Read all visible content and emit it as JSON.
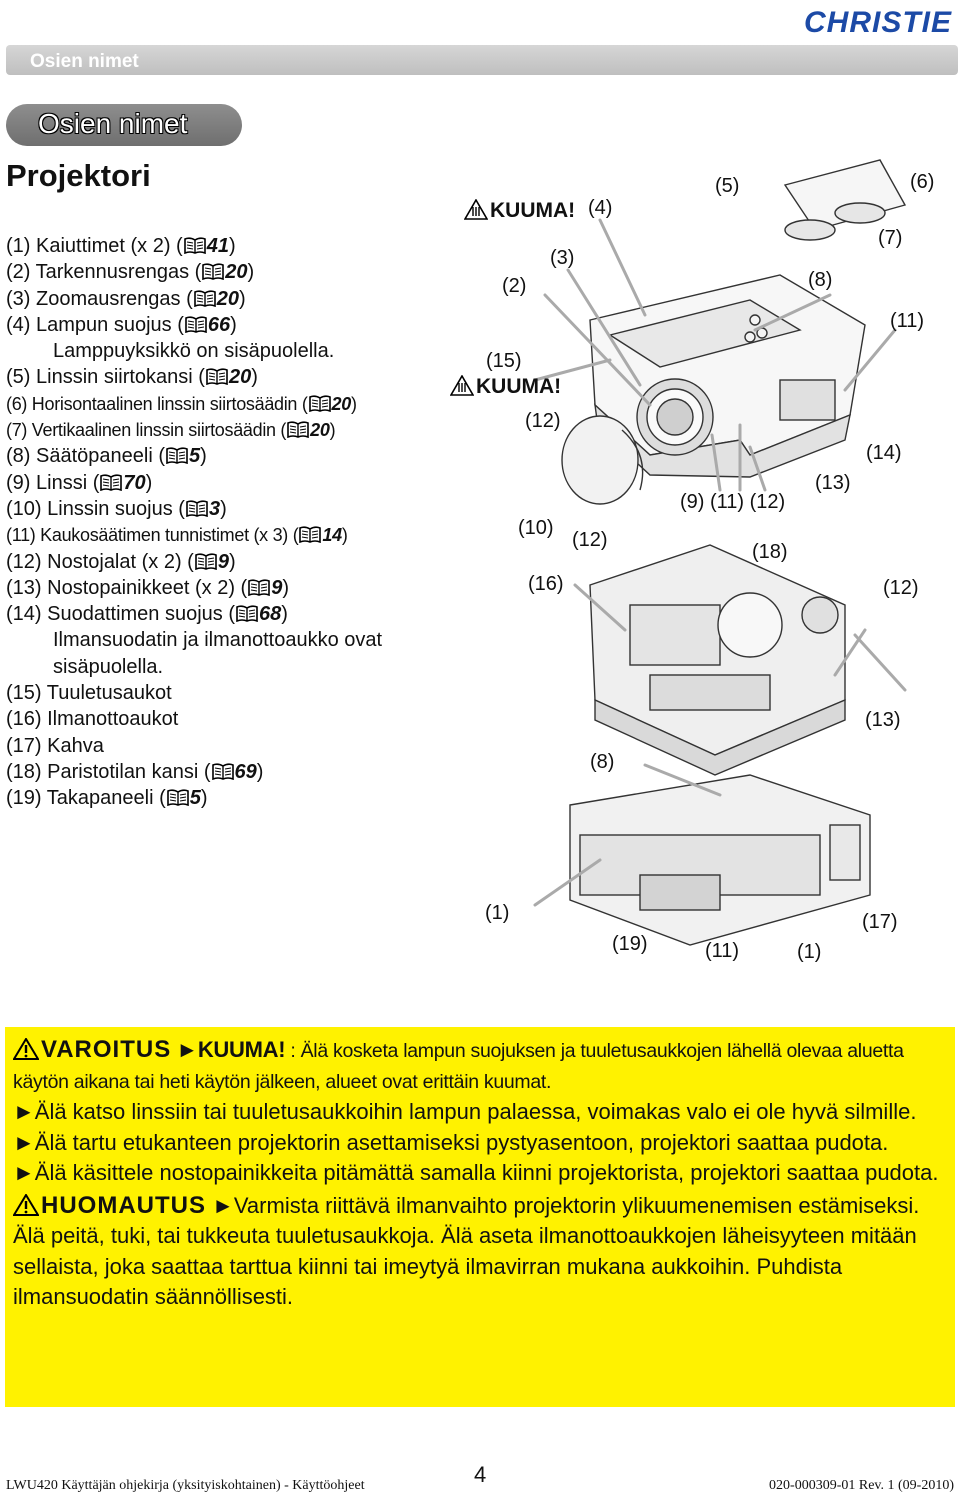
{
  "brand": {
    "logo_text": "CHRISTIE",
    "color": "#1c4aa6"
  },
  "header": {
    "title": "Osien nimet"
  },
  "section": {
    "title": "Osien nimet"
  },
  "page_title": "Projektori",
  "parts": [
    {
      "text": "(1) Kaiuttimet (x 2) (",
      "ref": "41"
    },
    {
      "text": "(2) Tarkennusrengas (",
      "ref": "20"
    },
    {
      "text": "(3) Zoomausrengas (",
      "ref": "20"
    },
    {
      "text": "(4) Lampun suojus (",
      "ref": "66"
    },
    {
      "text": "Lamppuyksikkö on sisäpuolella."
    },
    {
      "text": "(5) Linssin siirtokansi (",
      "ref": "20"
    },
    {
      "text": "(6) Horisontaalinen linssin siirtosäädin (",
      "ref": "20"
    },
    {
      "text": "(7) Vertikaalinen linssin siirtosäädin (",
      "ref": "20"
    },
    {
      "text": "(8) Säätöpaneeli (",
      "ref": "5"
    },
    {
      "text": "(9) Linssi (",
      "ref": "70"
    },
    {
      "text": "(10) Linssin suojus (",
      "ref": "3"
    },
    {
      "text": "(11) Kaukosäätimen tunnistimet (x 3) (",
      "ref": "14"
    },
    {
      "text": "(12) Nostojalat (x 2) (",
      "ref": "9"
    },
    {
      "text": "(13) Nostopainikkeet (x 2) (",
      "ref": "9"
    },
    {
      "text": "(14) Suodattimen suojus (",
      "ref": "68"
    },
    {
      "text": "Ilmansuodatin ja ilmanottoaukko ovat"
    },
    {
      "text": "sisäpuolella."
    },
    {
      "text": "(15) Tuuletusaukot"
    },
    {
      "text": "(16) Ilmanottoaukot"
    },
    {
      "text": "(17) Kahva"
    },
    {
      "text": "(18) Paristotilan kansi (",
      "ref": "69"
    },
    {
      "text": "(19) Takapaneeli (",
      "ref": "5"
    }
  ],
  "diagram": {
    "hot_label": "KUUMA!",
    "callouts": [
      "(4)",
      "(5)",
      "(6)",
      "(7)",
      "(3)",
      "(2)",
      "(8)",
      "(11)",
      "(15)",
      "(12)",
      "(14)",
      "(13)",
      "(9) (11) (12)",
      "(10)",
      "(12)",
      "(18)",
      "(16)",
      "(12)",
      "(13)",
      "(8)",
      "(1)",
      "(17)",
      "(19)",
      "(11)",
      "(1)"
    ]
  },
  "warning": {
    "label": "VAROITUS",
    "hot": "►KUUMA!",
    "line1": " : Älä kosketa lampun suojuksen ja tuuletusaukkojen lähellä olevaa aluetta käytön aikana tai heti käytön jälkeen, alueet ovat erittäin kuumat.",
    "bullet1": "►Älä katso linssiin tai tuuletusaukkoihin lampun palaessa, voimakas valo ei ole hyvä silmille.",
    "bullet2": "►Älä tartu etukanteen projektorin asettamiseksi pystyasentoon, projektori saattaa pudota.",
    "bullet3": "►Älä käsittele nostopainikkeita pitämättä samalla kiinni projektorista, projektori saattaa pudota.",
    "caution_label": "HUOMAUTUS",
    "caution_text": " ►Varmista riittävä ilmanvaihto projektorin ylikuumenemisen estämiseksi. Älä peitä, tuki, tai tukkeuta tuuletusaukkoja. Älä aseta ilmanottoaukkojen läheisyyteen mitään sellaista, joka saattaa tarttua kiinni tai imeytyä ilmavirran mukana aukkoihin. Puhdista ilmansuodatin säännöllisesti.",
    "bg_color": "#fff200"
  },
  "footer": {
    "left": "LWU420 Käyttäjän ohjekirja (yksityiskohtainen) - Käyttöohjeet",
    "page": "4",
    "right": "020-000309-01 Rev. 1 (09-2010)"
  }
}
